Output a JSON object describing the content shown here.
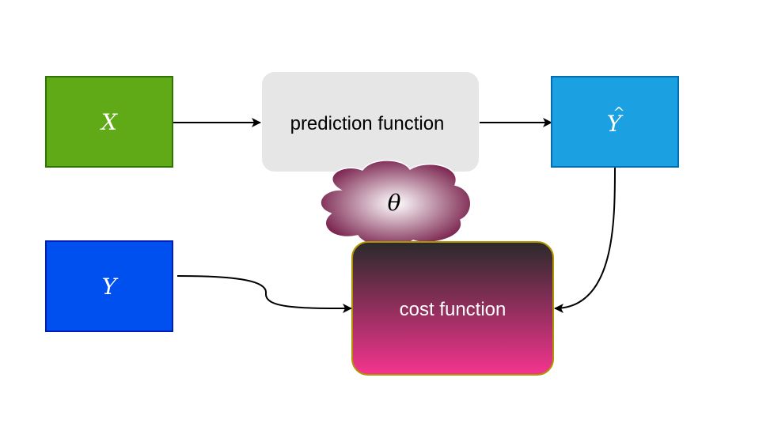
{
  "nodes": {
    "x": {
      "label": "X",
      "fill": "#60a917",
      "stroke": "#2d7600"
    },
    "prediction": {
      "label": "prediction function",
      "fill": "#e6e6e6"
    },
    "yhat": {
      "label": "Y",
      "hat": "^",
      "fill": "#1ba1e2",
      "stroke": "#006eaf"
    },
    "theta": {
      "label": "θ",
      "gradient_inner": "#ffffff",
      "gradient_outer": "#6b0a3a"
    },
    "y": {
      "label": "Y",
      "fill": "#0050ef",
      "stroke": "#001dbc"
    },
    "cost": {
      "label": "cost function",
      "gradient_top": "#2a2a2a",
      "gradient_bottom": "#f5348f",
      "stroke": "#b09500"
    }
  },
  "edges": [
    {
      "from": "x",
      "to": "prediction"
    },
    {
      "from": "prediction",
      "to": "yhat"
    },
    {
      "from": "yhat",
      "to": "cost"
    },
    {
      "from": "y",
      "to": "cost"
    }
  ]
}
